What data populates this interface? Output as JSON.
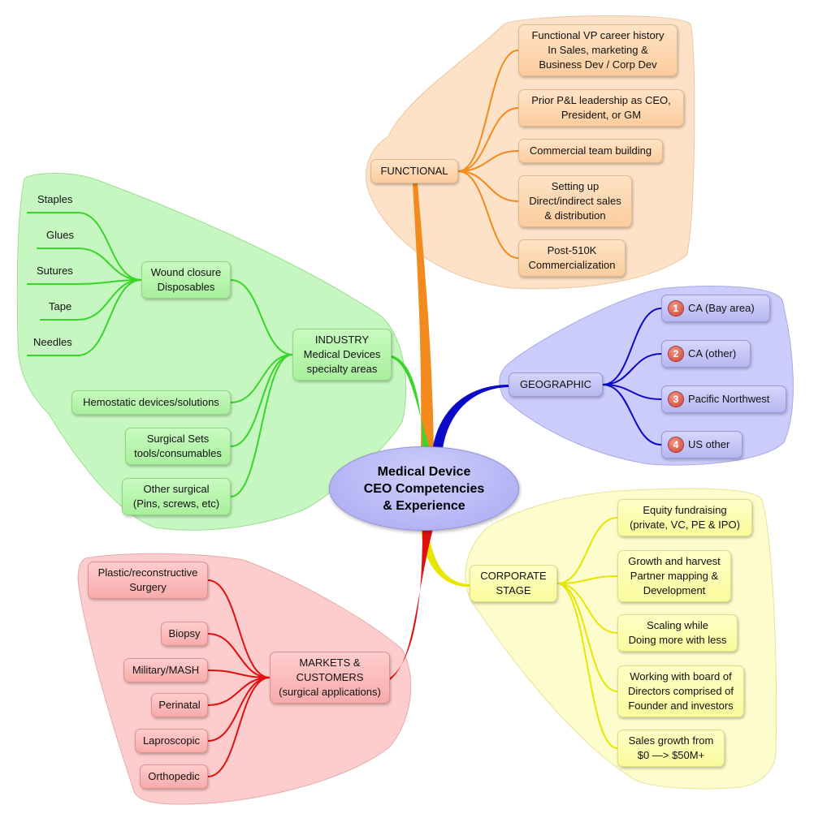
{
  "center": {
    "title": "Medical Device\nCEO Competencies\n& Experience"
  },
  "colors": {
    "functional": "#f28a1d",
    "geographic": "#0a0ac8",
    "industry": "#3ad42a",
    "corporate": "#e6e600",
    "markets": "#e01010"
  },
  "functional": {
    "label": "FUNCTIONAL",
    "items": [
      "Functional VP career history\nIn Sales, marketing &\nBusiness Dev / Corp Dev",
      "Prior P&L leadership as CEO,\nPresident, or GM",
      "Commercial team building",
      "Setting up\nDirect/indirect sales\n& distribution",
      "Post-510K\nCommercialization"
    ]
  },
  "geographic": {
    "label": "GEOGRAPHIC",
    "items": [
      {
        "num": "1",
        "text": "CA (Bay area)"
      },
      {
        "num": "2",
        "text": "CA (other)"
      },
      {
        "num": "3",
        "text": "Pacific Northwest"
      },
      {
        "num": "4",
        "text": "US other"
      }
    ]
  },
  "industry": {
    "label": "INDUSTRY\nMedical Devices\nspecialty areas",
    "wound": "Wound closure\nDisposables",
    "wound_items": [
      "Staples",
      "Glues",
      "Sutures",
      "Tape",
      "Needles"
    ],
    "items": [
      "Hemostatic devices/solutions",
      "Surgical Sets\ntools/consumables",
      "Other surgical\n(Pins, screws, etc)"
    ]
  },
  "corporate": {
    "label": "CORPORATE\nSTAGE",
    "items": [
      "Equity fundraising\n(private, VC, PE & IPO)",
      "Growth and harvest\nPartner mapping &\nDevelopment",
      "Scaling while\nDoing more with less",
      "Working with board of\nDirectors comprised of\nFounder and investors",
      "Sales growth from\n$0 —> $50M+"
    ]
  },
  "markets": {
    "label": "MARKETS &\nCUSTOMERS\n(surgical applications)",
    "items": [
      "Plastic/reconstructive\nSurgery",
      "Biopsy",
      "Military/MASH",
      "Perinatal",
      "Laproscopic",
      "Orthopedic"
    ]
  }
}
